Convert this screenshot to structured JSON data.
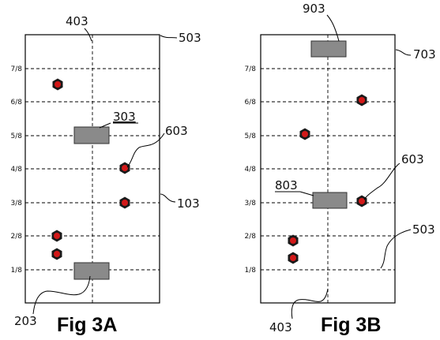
{
  "tick_labels": [
    "7/8",
    "6/8",
    "5/8",
    "4/8",
    "3/8",
    "2/8",
    "1/8"
  ],
  "fig_a": {
    "caption": "Fig 3A",
    "refs": {
      "ref_403": "403",
      "ref_503": "503",
      "ref_303": "303",
      "ref_603": "603",
      "ref_103": "103",
      "ref_203": "203"
    }
  },
  "fig_b": {
    "caption": "Fig 3B",
    "refs": {
      "ref_903": "903",
      "ref_703": "703",
      "ref_603": "603",
      "ref_803": "803",
      "ref_503": "503",
      "ref_403": "403"
    }
  },
  "colors": {
    "marker_fill": "#d21818",
    "marker_ring": "#1a1a1a",
    "block_fill": "#8a8a8a",
    "line": "#000000"
  },
  "icons": {
    "marker": "hexagon-red-dot-icon",
    "block": "gray-rectangle"
  }
}
